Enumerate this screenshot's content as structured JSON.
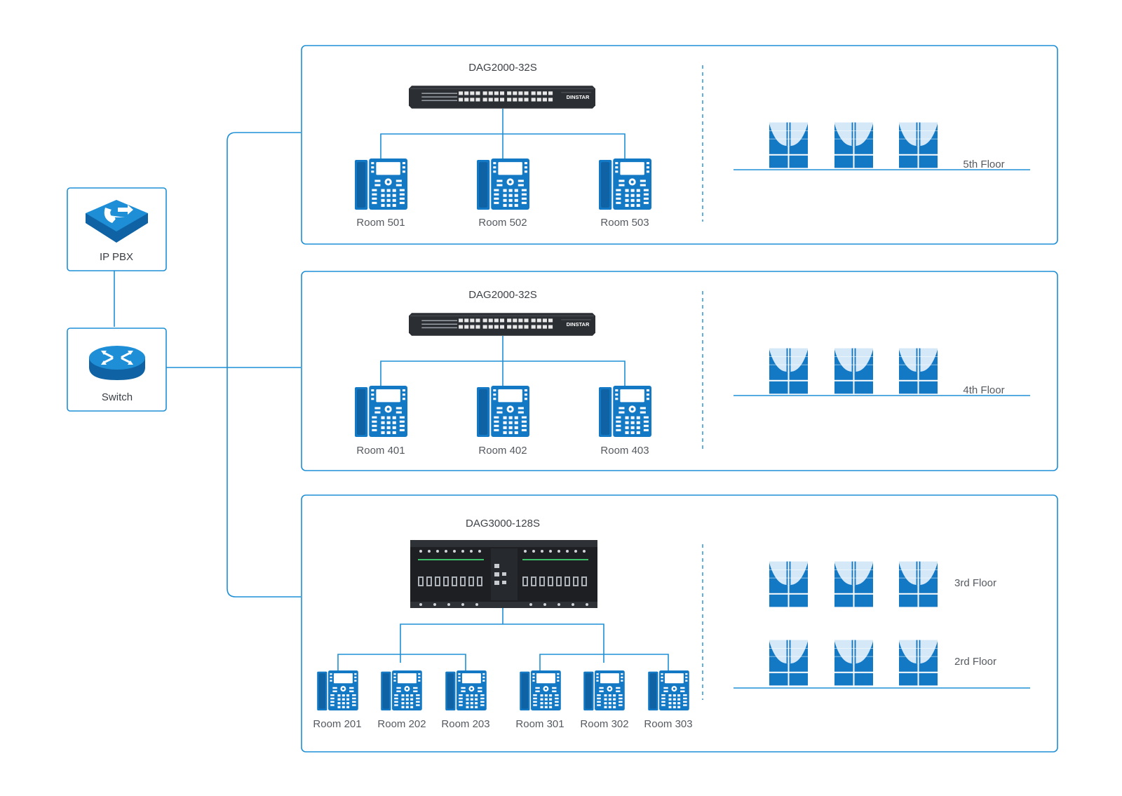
{
  "colors": {
    "accent": "#1E8FD6",
    "device_dark": "#2b2e33",
    "icon_blue": "#1479C4",
    "window_light": "#D4E8F8"
  },
  "nodes": {
    "ip_pbx": {
      "label": "IP PBX",
      "icon": "ip-pbx-icon"
    },
    "switch": {
      "label": "Switch",
      "icon": "network-switch-icon"
    }
  },
  "floors": [
    {
      "gateway_model": "DAG2000-32S",
      "gateway_brand": "DINSTAR",
      "floor_labels": [
        "5th Floor"
      ],
      "rooms": [
        "Room 501",
        "Room 502",
        "Room 503"
      ]
    },
    {
      "gateway_model": "DAG2000-32S",
      "gateway_brand": "DINSTAR",
      "floor_labels": [
        "4th Floor"
      ],
      "rooms": [
        "Room 401",
        "Room 402",
        "Room 403"
      ]
    },
    {
      "gateway_model": "DAG3000-128S",
      "floor_labels": [
        "3rd Floor",
        "2rd Floor"
      ],
      "rooms": [
        "Room 201",
        "Room 202",
        "Room 203",
        "Room 301",
        "Room 302",
        "Room 303"
      ]
    }
  ]
}
